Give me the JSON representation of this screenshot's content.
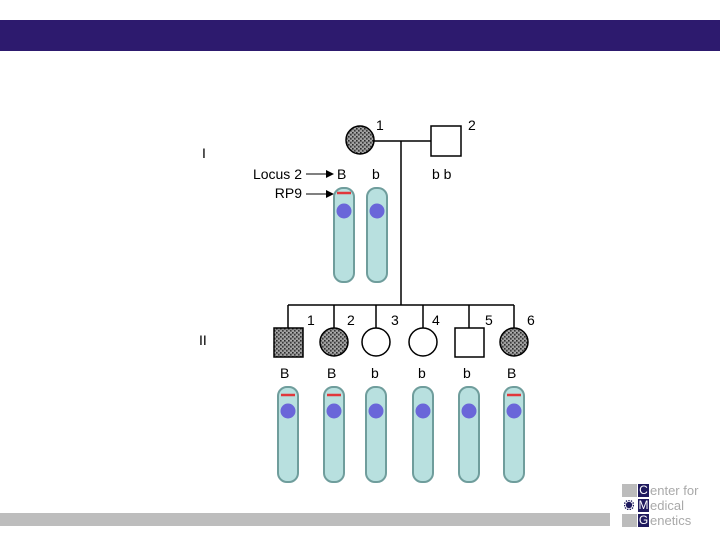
{
  "colors": {
    "header_band": "#2d1a6e",
    "footer_band": "#bdbdbd",
    "chromosome_fill": "#b8e0df",
    "chromosome_stroke": "#6f9d9c",
    "marker_red": "#e0383c",
    "centromere_blue": "#6a66d9",
    "affected_fill": "#555555",
    "logo_square": "#1f1a5e"
  },
  "generations": {
    "gen1": "I",
    "gen2": "II"
  },
  "gen1": {
    "individuals": [
      {
        "number": "1",
        "sex": "female",
        "affected": true
      },
      {
        "number": "2",
        "sex": "male",
        "affected": false
      }
    ],
    "locus_label": "Locus 2",
    "rp9_label": "RP9",
    "chromosomes": [
      {
        "allele": "B",
        "has_marker": true
      },
      {
        "allele": "b",
        "has_marker": false
      }
    ],
    "male_alleles": "b  b"
  },
  "gen2": {
    "individuals": [
      {
        "number": "1",
        "sex": "male",
        "affected": true,
        "allele": "B",
        "has_marker": true
      },
      {
        "number": "2",
        "sex": "female",
        "affected": true,
        "allele": "B",
        "has_marker": true
      },
      {
        "number": "3",
        "sex": "female",
        "affected": false,
        "allele": "b",
        "has_marker": false
      },
      {
        "number": "4",
        "sex": "female",
        "affected": false,
        "allele": "b",
        "has_marker": false
      },
      {
        "number": "5",
        "sex": "male",
        "affected": false,
        "allele": "b",
        "has_marker": false
      },
      {
        "number": "6",
        "sex": "female",
        "affected": true,
        "allele": "B",
        "has_marker": true
      }
    ]
  },
  "logo": {
    "line1_initial": "C",
    "line1_rest": "enter for",
    "line2_initial": "M",
    "line2_rest": "edical",
    "line3_initial": "G",
    "line3_rest": "enetics"
  }
}
